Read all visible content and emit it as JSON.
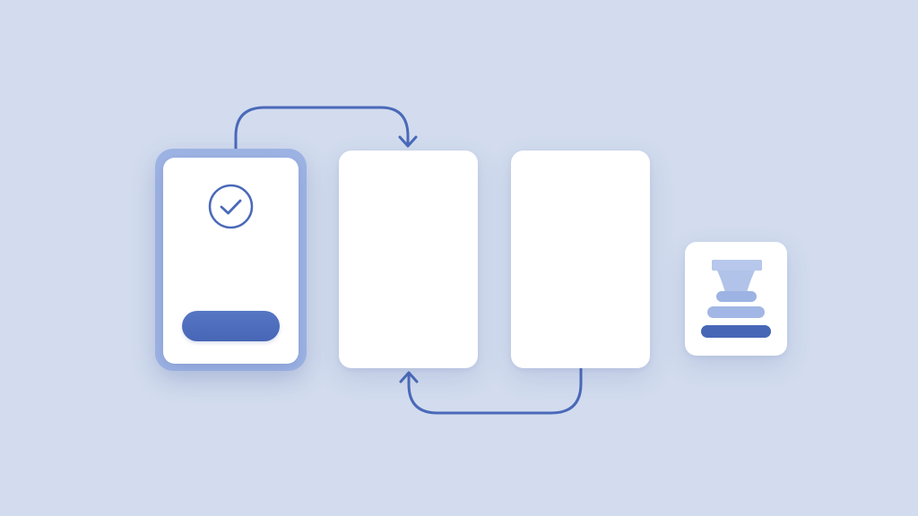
{
  "diagram": {
    "colors": {
      "background": "#d2dcee",
      "accent": "#4a69b8",
      "selected_frame": "#9eb4e4",
      "card": "#ffffff",
      "layer_light": "#a8bde6",
      "layer_mid": "#7f9bd8"
    },
    "cards": [
      {
        "name": "card-1",
        "state": "selected",
        "icon": "check-circle-icon",
        "has_button": true
      },
      {
        "name": "card-2",
        "state": "blank"
      },
      {
        "name": "card-3",
        "state": "blank"
      }
    ],
    "connectors": [
      {
        "name": "top-arrow",
        "from": "card-1",
        "to": "card-2",
        "icon": "arrow-head-icon"
      },
      {
        "name": "bottom-arrow",
        "from": "card-3",
        "to": "card-2",
        "icon": "arrow-head-icon"
      }
    ],
    "stack_icon": "layers-stack-icon"
  }
}
